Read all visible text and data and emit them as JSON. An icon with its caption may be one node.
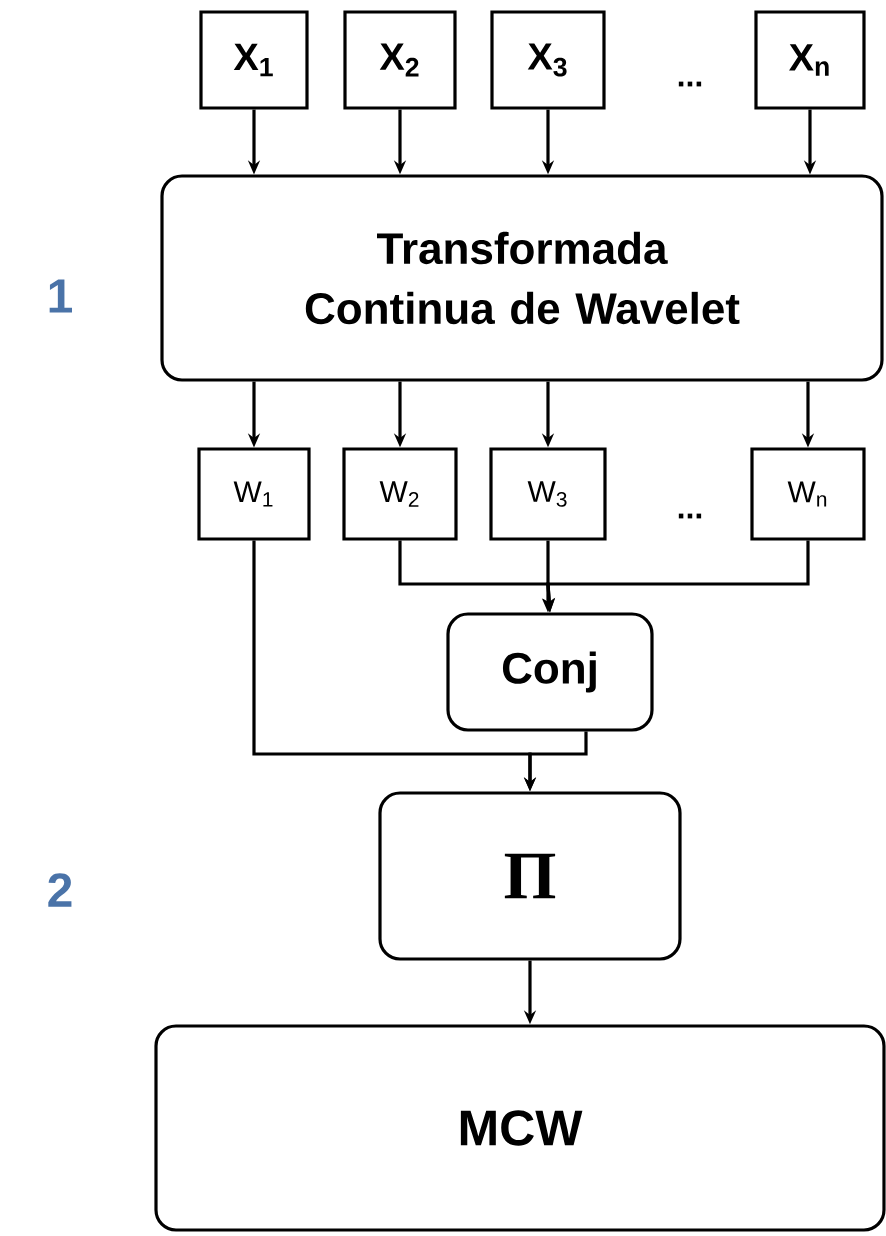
{
  "diagram": {
    "nodes": [
      {
        "text": [
          "X$_{1}$"
        ]
      },
      {
        "text": [
          "X$_{2}$"
        ]
      },
      {
        "text": [
          "X$_{3}$"
        ]
      },
      {
        "text": [
          "X$_{n}$"
        ]
      },
      {
        "text": [
          "Transformada Continua de Wavelet"
        ]
      },
      {
        "text": [
          "W$_{1}$"
        ]
      },
      {
        "text": [
          "W$_{2}$"
        ]
      },
      {
        "text": [
          "W$_{3}$"
        ]
      },
      {
        "text": [
          "W$_{n}$"
        ]
      },
      {
        "text": [
          "Conj"
        ]
      },
      {
        "text": [
          "Π"
        ]
      },
      {
        "text": [
          "MCW"
        ]
      }
    ],
    "edges": [
      {
        "from": 0,
        "to": 4,
        "arrow": "to"
      },
      {
        "from": 1,
        "to": 4,
        "arrow": "to"
      },
      {
        "from": 2,
        "to": 4,
        "arrow": "to"
      },
      {
        "from": 3,
        "to": 4,
        "arrow": "to"
      },
      {
        "from": 4,
        "to": 5,
        "arrow": "to"
      },
      {
        "from": 4,
        "to": 6,
        "arrow": "to"
      },
      {
        "from": 4,
        "to": 7,
        "arrow": "to"
      },
      {
        "from": 4,
        "to": 8,
        "arrow": "to"
      },
      {
        "from": 6,
        "to": 9,
        "arrow": "to"
      },
      {
        "from": 7,
        "to": 9,
        "arrow": "to"
      },
      {
        "from": 8,
        "to": 9,
        "arrow": "to"
      },
      {
        "from": 5,
        "to": 10,
        "arrow": "to"
      },
      {
        "from": 9,
        "to": 10,
        "arrow": "to"
      },
      {
        "from": 10,
        "to": 11,
        "arrow": "to"
      }
    ],
    "labels": [
      "...",
      "1",
      "...",
      "2"
    ]
  }
}
